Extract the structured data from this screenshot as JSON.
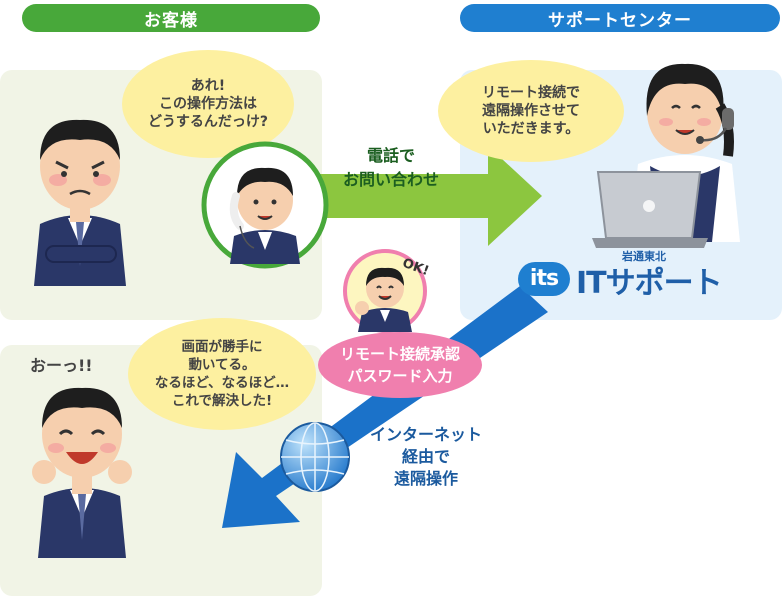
{
  "headers": {
    "customer": "お客様",
    "support": "サポートセンター"
  },
  "colors": {
    "customer_header": "#48a83a",
    "support_header": "#1f7fd0",
    "customer_panel": "#f1f4e6",
    "support_panel": "#e4f1fb",
    "bubble": "#fdf0a0",
    "green_arrow": "#8cc63f",
    "blue_arrow": "#1b72c9",
    "pink_oval": "#f07fae"
  },
  "customer_bubble_top": {
    "lines": [
      "あれ!",
      "この操作方法は",
      "どうするんだっけ?"
    ]
  },
  "support_bubble": {
    "lines": [
      "リモート接続で",
      "遠隔操作させて",
      "いただきます。"
    ]
  },
  "customer_bubble_bottom": {
    "lines": [
      "画面が勝手に",
      "動いてる。",
      "なるほど、なるほど…",
      "これで解決した!"
    ]
  },
  "exclaim": "おーっ!!",
  "phone_arrow": {
    "lines": [
      "電話で",
      "お問い合わせ"
    ]
  },
  "ok_text": "OK!",
  "approval": {
    "lines": [
      "リモート接続承認",
      "パスワード入力"
    ]
  },
  "internet": {
    "lines": [
      "インターネット",
      "経由で",
      "遠隔操作"
    ]
  },
  "logo": {
    "small": "岩通東北",
    "mark": "its",
    "name": "ITサポート"
  }
}
